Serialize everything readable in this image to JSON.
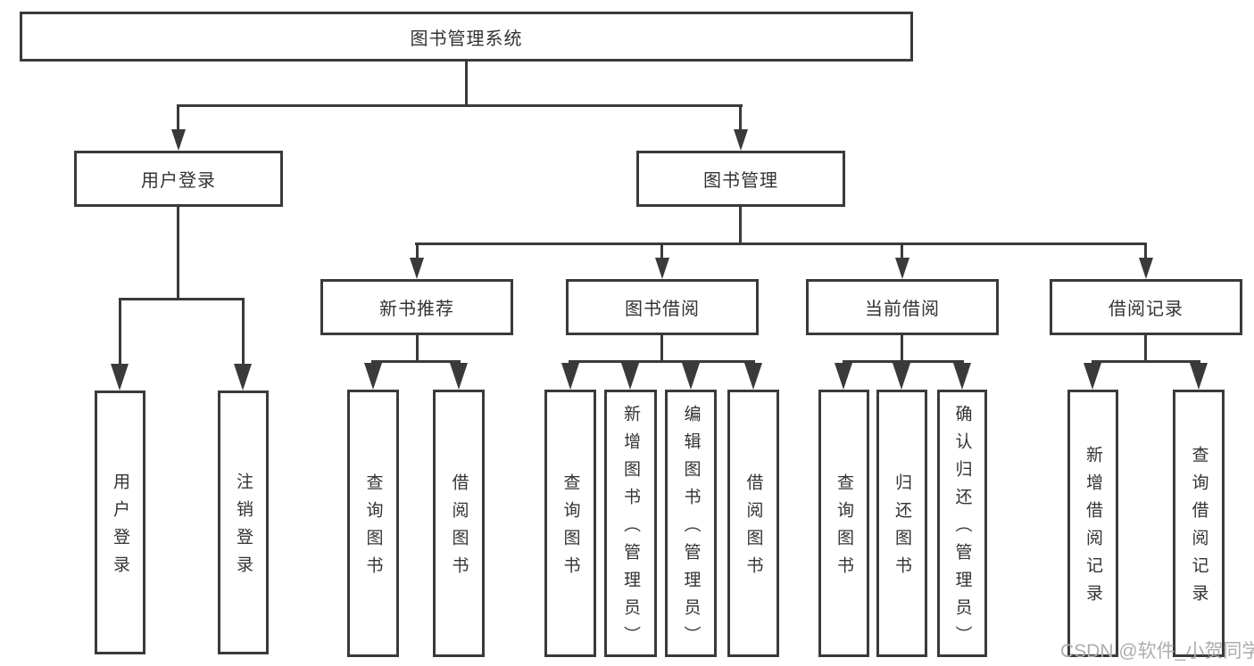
{
  "diagram": {
    "root": {
      "label": "图书管理系统"
    },
    "level2": [
      {
        "label": "用户登录"
      },
      {
        "label": "图书管理"
      }
    ],
    "level3": [
      {
        "label": "新书推荐"
      },
      {
        "label": "图书借阅"
      },
      {
        "label": "当前借阅"
      },
      {
        "label": "借阅记录"
      }
    ],
    "leaves": {
      "login": [
        "用户登录",
        "注销登录"
      ],
      "recommend": [
        "查询图书",
        "借阅图书"
      ],
      "borrow": [
        "查询图书",
        "新增图书（管理员）",
        "编辑图书（管理员）",
        "借阅图书"
      ],
      "current": [
        "查询图书",
        "归还图书",
        "确认归还（管理员）"
      ],
      "records": [
        "新增借阅记录",
        "查询借阅记录"
      ]
    }
  },
  "watermark": {
    "text": "CSDN @软件_小贺同学"
  },
  "colors": {
    "line": "#3a3a3a",
    "text": "#333333",
    "watermark": "#adadad",
    "background": "#ffffff"
  }
}
